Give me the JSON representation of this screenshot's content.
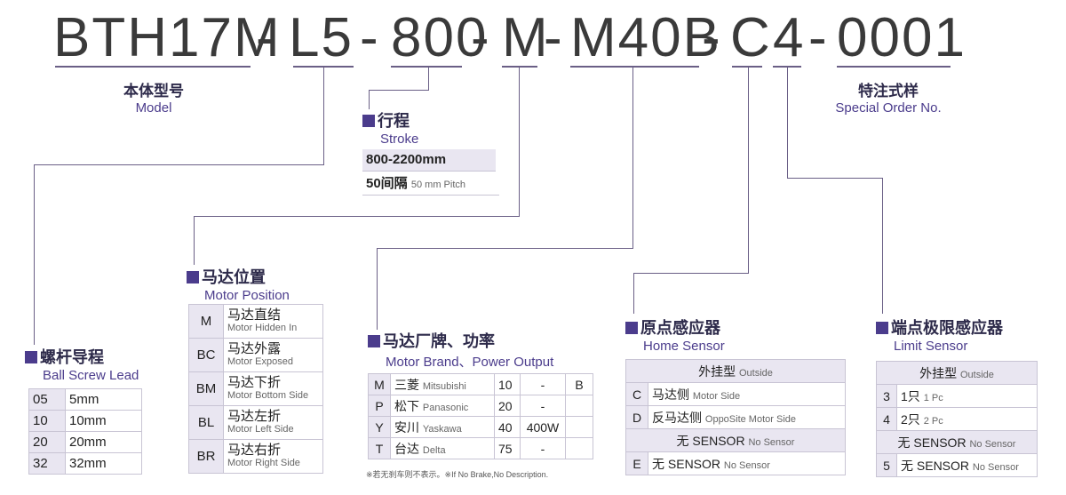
{
  "code": {
    "parts": [
      "BTH17M",
      "-",
      "L5",
      "-",
      "800",
      "-",
      "M",
      "-",
      "M40B",
      "-",
      "C",
      "4",
      "-",
      "0001"
    ]
  },
  "model": {
    "cn": "本体型号",
    "en": "Model"
  },
  "special": {
    "cn": "特注式样",
    "en": "Special Order No."
  },
  "stroke": {
    "cn": "行程",
    "en": "Stroke",
    "range": "800-2200mm",
    "pitch_cn": "50间隔",
    "pitch_en": "50 mm Pitch"
  },
  "lead": {
    "cn": "螺杆导程",
    "en": "Ball Screw Lead",
    "rows": [
      [
        "05",
        "5mm"
      ],
      [
        "10",
        "10mm"
      ],
      [
        "20",
        "20mm"
      ],
      [
        "32",
        "32mm"
      ]
    ]
  },
  "motor_position": {
    "cn": "马达位置",
    "en": "Motor Position",
    "rows": [
      {
        "code": "M",
        "cn": "马达直结",
        "en": "Motor Hidden In"
      },
      {
        "code": "BC",
        "cn": "马达外露",
        "en": "Motor Exposed"
      },
      {
        "code": "BM",
        "cn": "马达下折",
        "en": "Motor Bottom Side"
      },
      {
        "code": "BL",
        "cn": "马达左折",
        "en": "Motor Left Side"
      },
      {
        "code": "BR",
        "cn": "马达右折",
        "en": "Motor Right Side"
      }
    ]
  },
  "motor_brand": {
    "cn": "马达厂牌、功率",
    "en": "Motor Brand、Power Output",
    "rows": [
      {
        "code": "M",
        "cn": "三菱",
        "en": "Mitsubishi",
        "p1": "10",
        "p2": "-",
        "b": "B"
      },
      {
        "code": "P",
        "cn": "松下",
        "en": "Panasonic",
        "p1": "20",
        "p2": "-",
        "b": ""
      },
      {
        "code": "Y",
        "cn": "安川",
        "en": "Yaskawa",
        "p1": "40",
        "p2": "400W",
        "b": ""
      },
      {
        "code": "T",
        "cn": "台达",
        "en": "Delta",
        "p1": "75",
        "p2": "-",
        "b": ""
      }
    ],
    "note": "※若无刹车则不表示。※If No Brake,No Description."
  },
  "home_sensor": {
    "cn": "原点感应器",
    "en": "Home Sensor",
    "head_cn": "外挂型",
    "head_en": "Outside",
    "rows": [
      {
        "code": "C",
        "cn": "马达侧",
        "en": "Motor Side"
      },
      {
        "code": "D",
        "cn": "反马达侧",
        "en": "OppoSite Motor Side"
      }
    ],
    "none_cn": "无 SENSOR",
    "none_en": "No Sensor",
    "e_code": "E",
    "e_cn": "无 SENSOR",
    "e_en": "No Sensor"
  },
  "limit_sensor": {
    "cn": "端点极限感应器",
    "en": "Limit Sensor",
    "head_cn": "外挂型",
    "head_en": "Outside",
    "rows": [
      {
        "code": "3",
        "cn": "1只",
        "en": "1 Pc"
      },
      {
        "code": "4",
        "cn": "2只",
        "en": "2 Pc"
      }
    ],
    "none_cn": "无 SENSOR",
    "none_en": "No Sensor",
    "e_code": "5",
    "e_cn": "无 SENSOR",
    "e_en": "No Sensor"
  },
  "colors": {
    "accent": "#4b3c8c",
    "line": "#6a5f86",
    "shade": "#e9e6f1"
  }
}
